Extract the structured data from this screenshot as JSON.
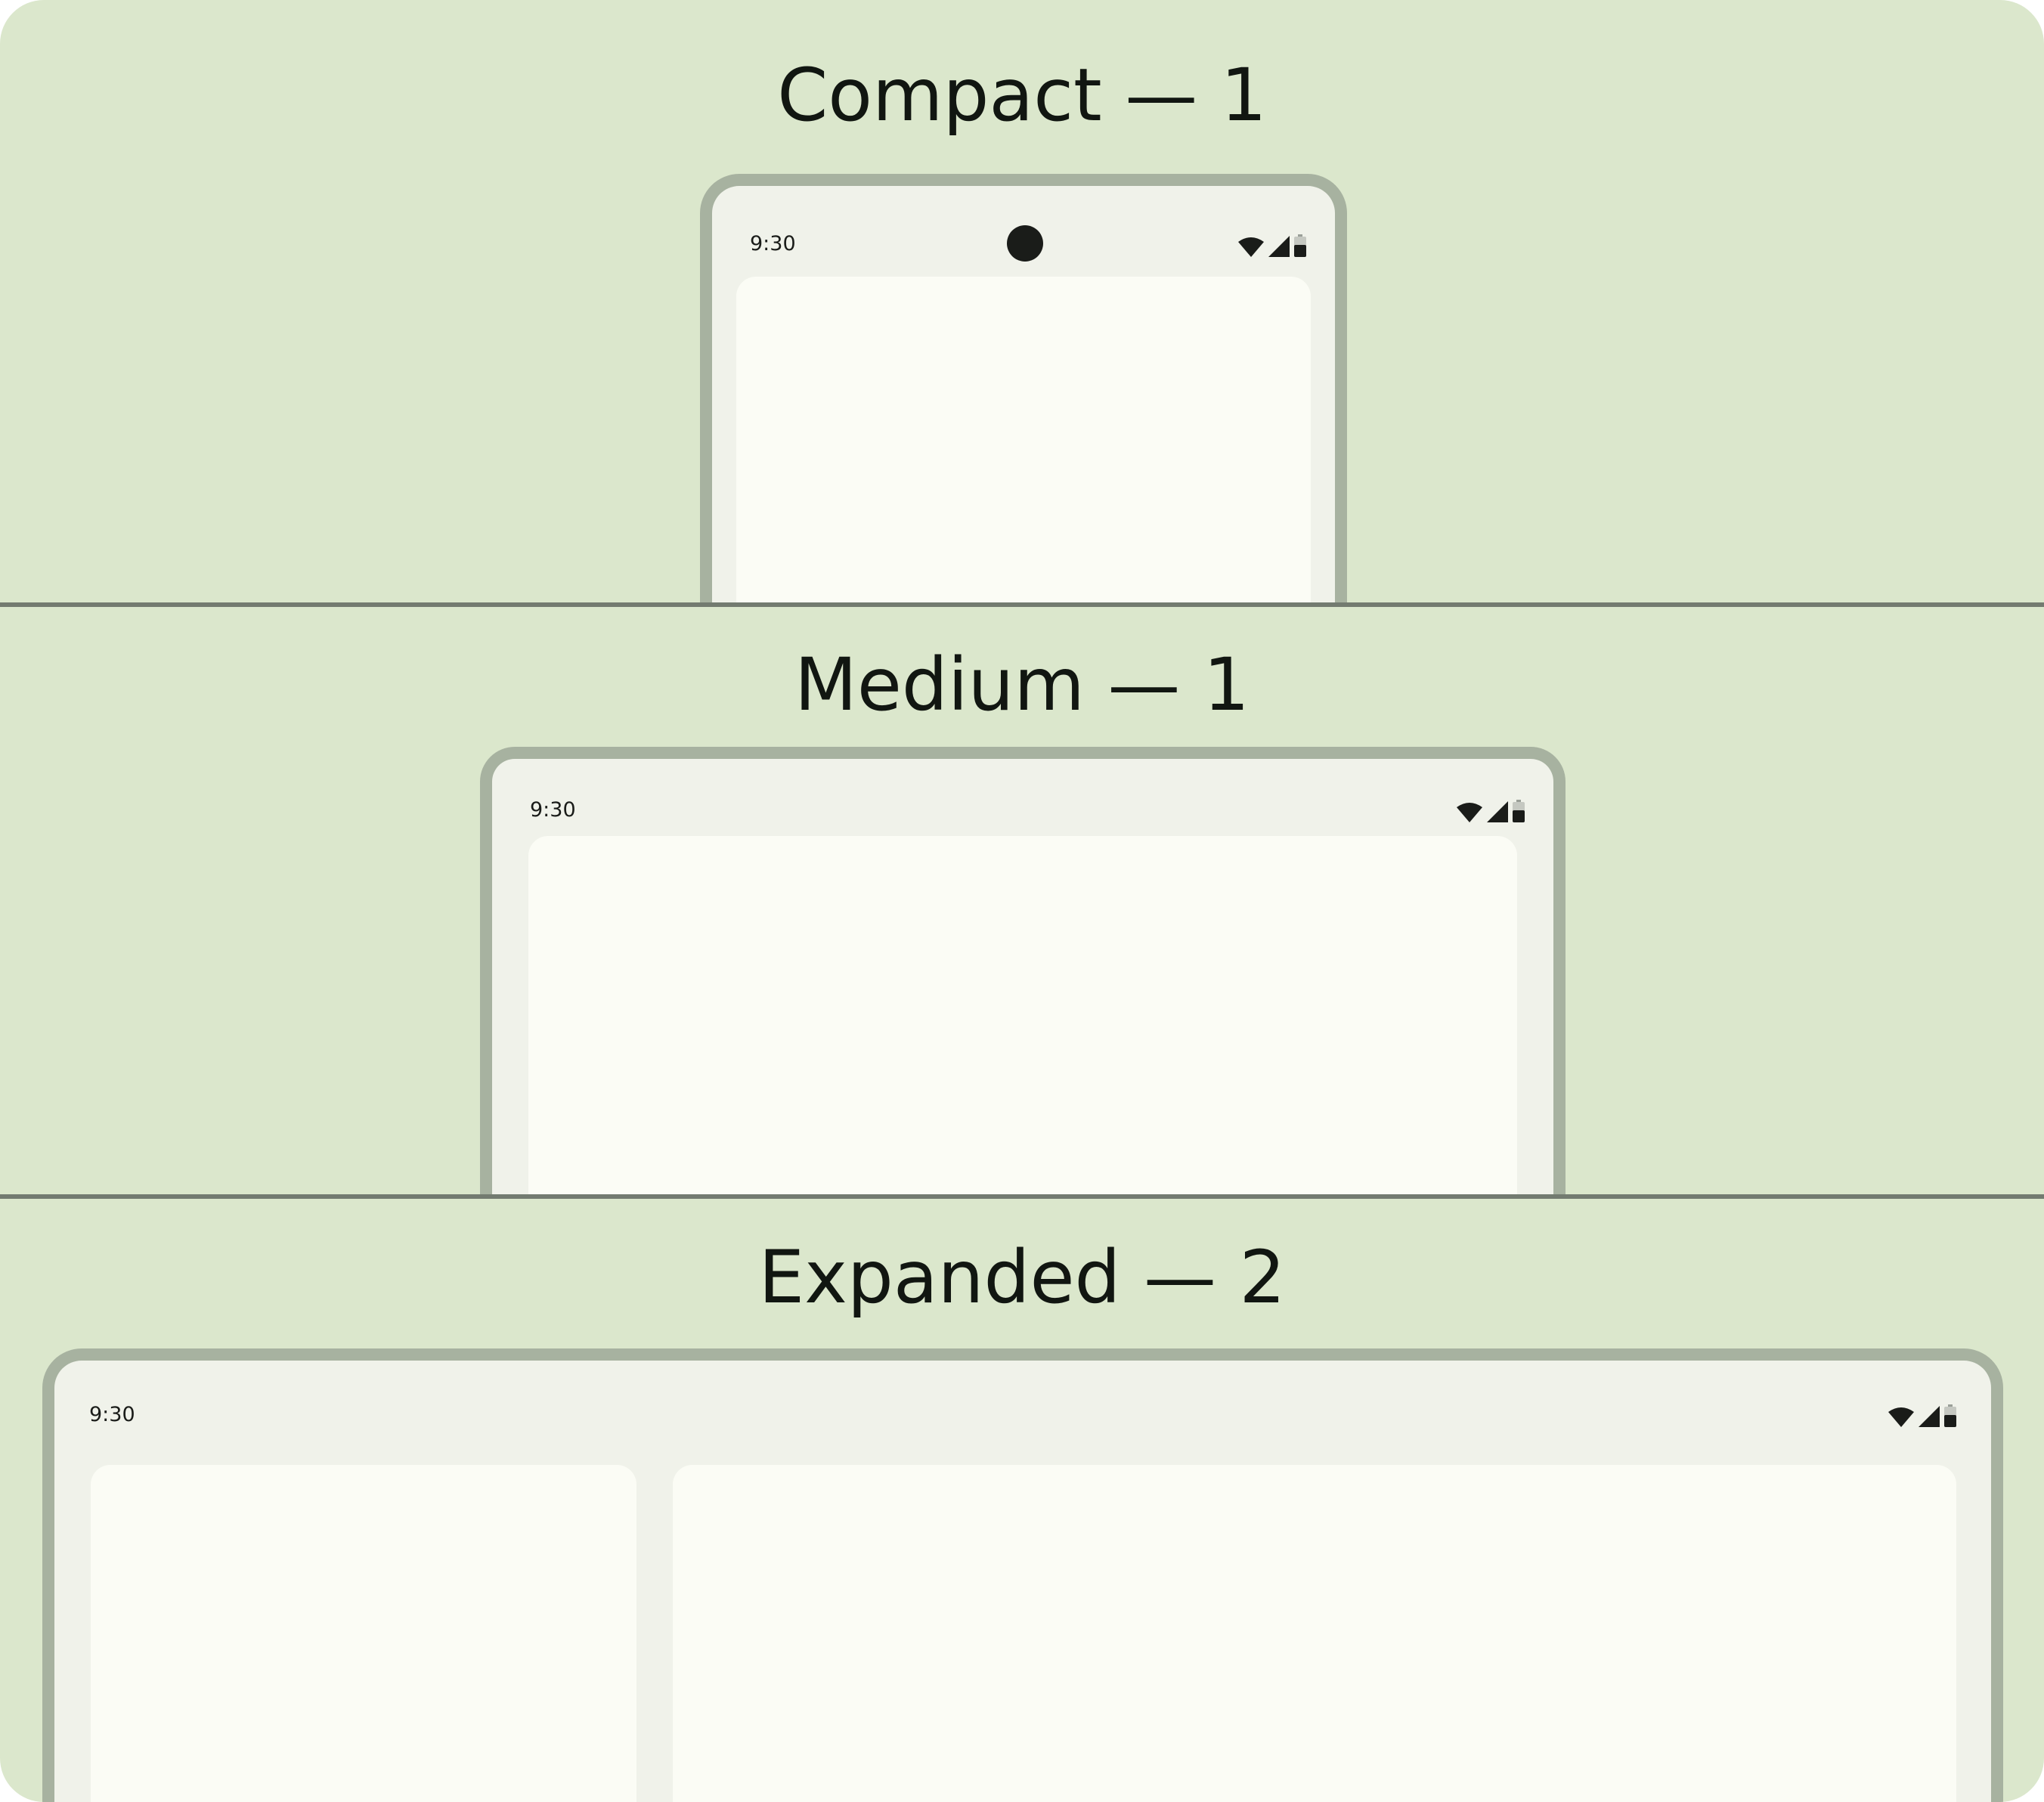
{
  "sections": {
    "compact": {
      "title": "Compact — 1",
      "time": "9:30"
    },
    "medium": {
      "title": "Medium — 1",
      "time": "9:30"
    },
    "expanded": {
      "title": "Expanded — 2",
      "time": "9:30"
    }
  },
  "icons": [
    "wifi-icon",
    "cellular-signal-icon",
    "battery-icon"
  ],
  "colors": {
    "background": "#dbe7cc",
    "divider": "#737b70",
    "device_frame": "#a7b2a0",
    "device_screen": "#f0f2ea",
    "pane": "#fbfcf5",
    "ink": "#1a1c19"
  }
}
